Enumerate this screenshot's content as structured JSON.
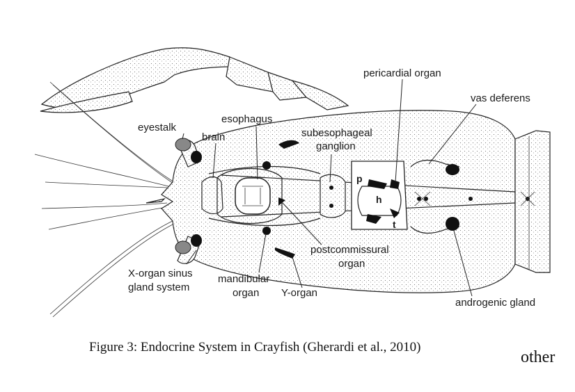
{
  "figure": {
    "caption": "Figure 3: Endocrine System in Crayfish (Gherardi et al., 2010)",
    "trailing_text": "other ",
    "labels": {
      "eyestalk": "eyestalk",
      "brain": "brain",
      "esophagus": "esophagus",
      "subesophageal_1": "subesophageal",
      "subesophageal_2": "ganglion",
      "pericardial": "pericardial organ",
      "vas_deferens": "vas deferens",
      "xorgan_1": "X-organ sinus",
      "xorgan_2": "gland system",
      "mandibular_1": "mandibular",
      "mandibular_2": "organ",
      "yorgan": "Y-organ",
      "postcommissural_1": "postcommissural",
      "postcommissural_2": "organ",
      "androgenic": "androgenic gland",
      "heart_p": "p",
      "heart_h": "h",
      "heart_t": "t"
    }
  }
}
